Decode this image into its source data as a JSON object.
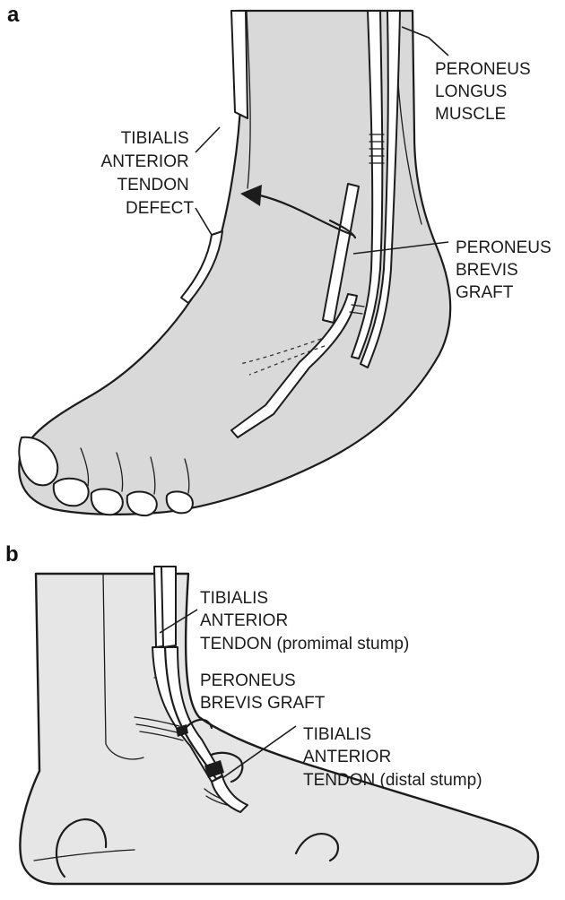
{
  "panel_a": {
    "letter": "a",
    "labels": {
      "peroneus_longus": [
        "PERONEUS",
        "LONGUS",
        "MUSCLE"
      ],
      "tibialis_defect": [
        "TIBIALIS",
        "ANTERIOR",
        "TENDON",
        "DEFECT"
      ],
      "peroneus_brevis_graft": [
        "PERONEUS",
        "BREVIS",
        "GRAFT"
      ]
    }
  },
  "panel_b": {
    "letter": "b",
    "labels": {
      "tibialis_proximal": [
        "TIBIALIS",
        "ANTERIOR",
        "TENDON (promimal stump)"
      ],
      "peroneus_brevis_graft": [
        "PERONEUS",
        "BREVIS GRAFT"
      ],
      "tibialis_distal": [
        "TIBIALIS",
        "ANTERIOR",
        "TENDON (distal stump)"
      ]
    }
  }
}
